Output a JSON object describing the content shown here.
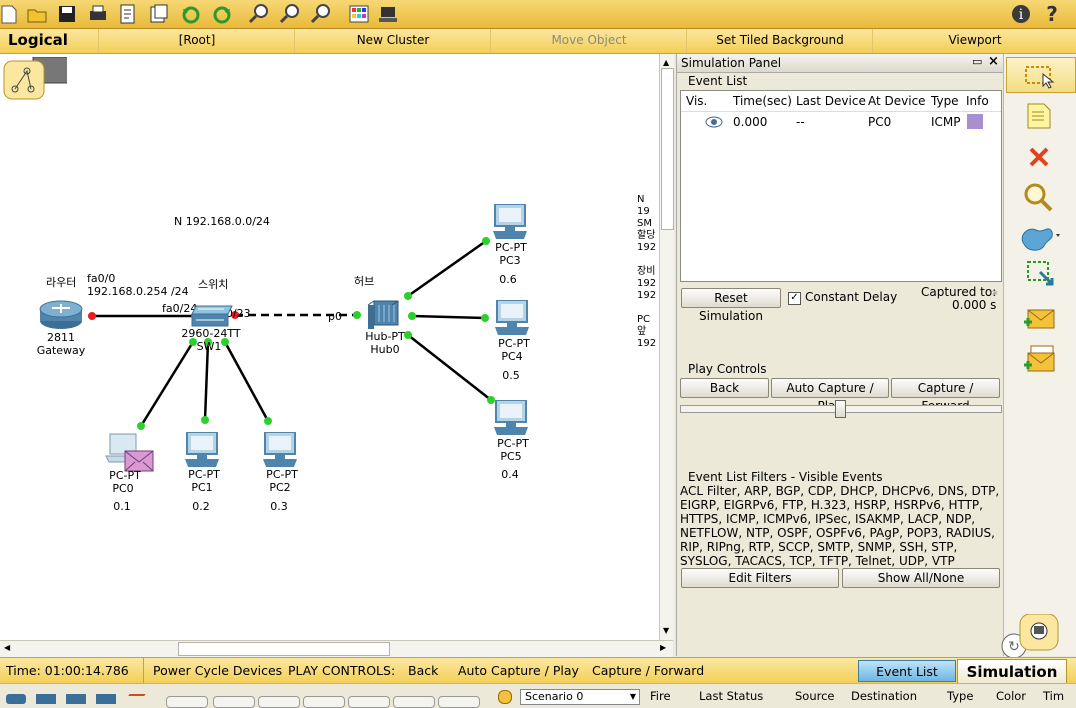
{
  "logical_bar": {
    "logical": "Logical",
    "root": "[Root]",
    "new_cluster": "New Cluster",
    "move_object": "Move Object",
    "set_tiled_background": "Set Tiled Background",
    "viewport": "Viewport"
  },
  "topology": {
    "network_label": "N 192.168.0.0/24",
    "router": {
      "korean_label": "라우터",
      "model": "2811",
      "name": "Gateway",
      "port": "fa0/0",
      "ip": "192.168.0.254 /24"
    },
    "switch": {
      "korean_label": "스위치",
      "model": "2960-24TT",
      "name": "SW1",
      "port_left": "fa0/24",
      "port_right": "f0/23"
    },
    "hub": {
      "korean_label": "허브",
      "model": "Hub-PT",
      "name": "Hub0",
      "port": "p0"
    },
    "pcs": [
      {
        "model": "PC-PT",
        "name": "PC0",
        "ip": "0.1"
      },
      {
        "model": "PC-PT",
        "name": "PC1",
        "ip": "0.2"
      },
      {
        "model": "PC-PT",
        "name": "PC2",
        "ip": "0.3"
      },
      {
        "model": "PC-PT",
        "name": "PC3",
        "ip": "0.6"
      },
      {
        "model": "PC-PT",
        "name": "PC4",
        "ip": "0.5"
      },
      {
        "model": "PC-PT",
        "name": "PC5",
        "ip": "0.4"
      }
    ],
    "side_note": [
      "N 19",
      "SM",
      "할당",
      "192",
      "",
      "장비",
      "192",
      "192",
      "",
      "PC앞",
      "192"
    ]
  },
  "sim_panel": {
    "title": "Simulation Panel",
    "event_list_title": "Event List",
    "columns": [
      "Vis.",
      "Time(sec)",
      "Last Device",
      "At Device",
      "Type",
      "Info"
    ],
    "events": [
      {
        "time": "0.000",
        "last_device": "--",
        "at_device": "PC0",
        "type": "ICMP",
        "info_color": "#a98fd0"
      }
    ],
    "reset_simulation": "Reset Simulation",
    "constant_delay": "Constant Delay",
    "captured_to_label": "Captured to:",
    "captured_to_value": "0.000 s",
    "play_controls_title": "Play Controls",
    "back": "Back",
    "auto_capture_play": "Auto Capture / Play",
    "capture_forward": "Capture / Forward",
    "filters_title": "Event List Filters - Visible Events",
    "filters_lines": [
      "ACL Filter, ARP, BGP, CDP, DHCP, DHCPv6, DNS, DTP,",
      "EIGRP, EIGRPv6, FTP, H.323, HSRP, HSRPv6, HTTP,",
      "HTTPS, ICMP, ICMPv6, IPSec, ISAKMP, LACP, NDP,",
      "NETFLOW, NTP, OSPF, OSPFv6, PAgP, POP3, RADIUS,",
      "RIP, RIPng, RTP, SCCP, SMTP, SNMP, SSH, STP,",
      "SYSLOG, TACACS, TCP, TFTP, Telnet, UDP, VTP"
    ],
    "edit_filters": "Edit Filters",
    "show_all_none": "Show All/None"
  },
  "status_bar": {
    "time": "Time: 01:00:14.786",
    "power_cycle": "Power Cycle Devices",
    "play_controls": "PLAY CONTROLS:",
    "back": "Back",
    "auto_capture_play": "Auto Capture / Play",
    "capture_forward": "Capture / Forward",
    "event_list": "Event List",
    "simulation": "Simulation"
  },
  "bottom_bar": {
    "scenario": "Scenario 0",
    "columns": [
      "Fire",
      "Last Status",
      "Source",
      "Destination",
      "Type",
      "Color",
      "Tim"
    ]
  }
}
